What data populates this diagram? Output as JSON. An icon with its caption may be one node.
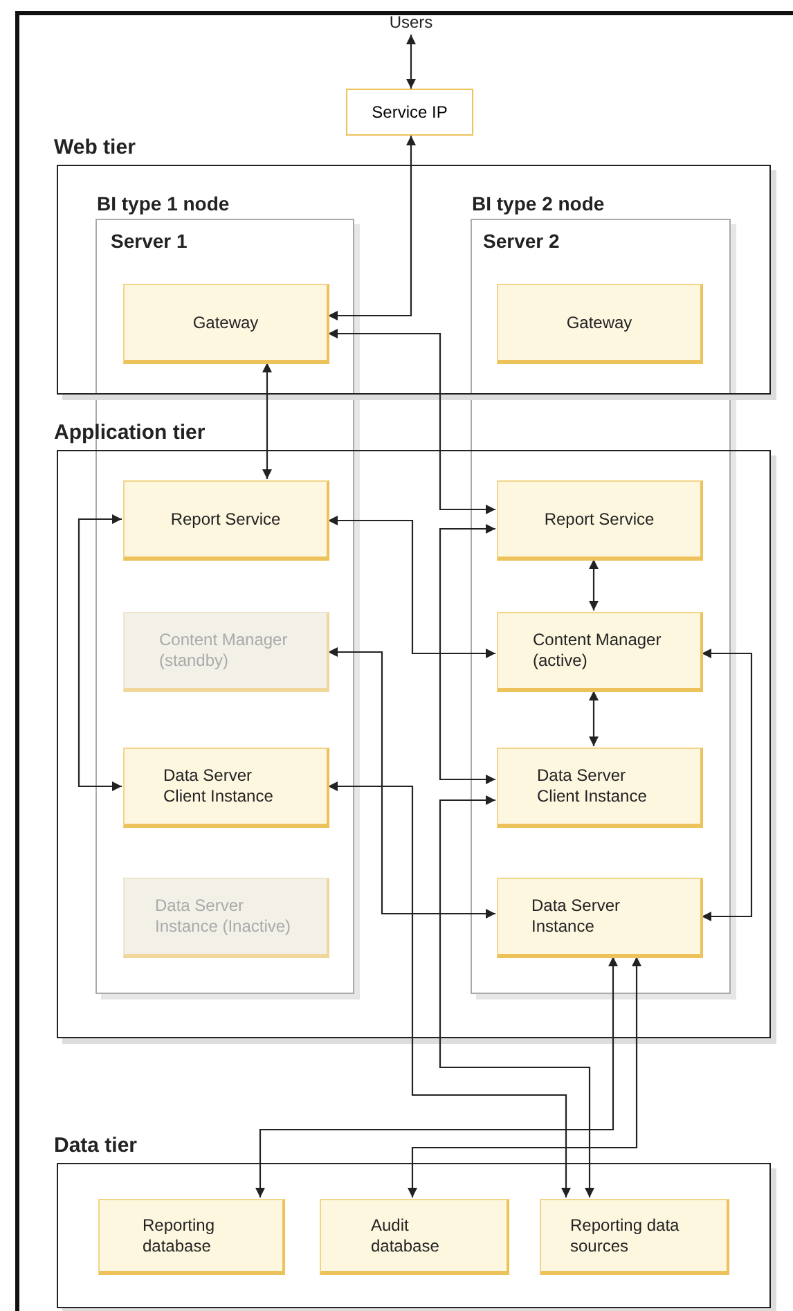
{
  "diagram": {
    "nodes": [
      {
        "text": [
          "Users"
        ]
      },
      {
        "text": [
          "Service IP"
        ]
      },
      {
        "text": [
          "Web tier"
        ]
      },
      {
        "text": [
          "Application tier"
        ]
      },
      {
        "text": [
          "Data tier"
        ]
      },
      {
        "text": [
          "Gateway"
        ],
        "in": 2
      },
      {
        "text": [
          "Report Service"
        ],
        "in": 3
      },
      {
        "text": [
          "Content Manager (standby)"
        ],
        "in": 3
      },
      {
        "text": [
          "Data Server Client Instance"
        ],
        "in": 3
      },
      {
        "text": [
          "Data Server Instance (Inactive)"
        ],
        "in": 3
      },
      {
        "text": [
          "Gateway"
        ],
        "in": 2
      },
      {
        "text": [
          "Report Service"
        ],
        "in": 3
      },
      {
        "text": [
          "Content Manager (active)"
        ],
        "in": 3
      },
      {
        "text": [
          "Data Server Client Instance"
        ],
        "in": 3
      },
      {
        "text": [
          "Data Server Instance"
        ],
        "in": 3
      },
      {
        "text": [
          "Reporting database"
        ],
        "in": 4
      },
      {
        "text": [
          "Audit database"
        ],
        "in": 4
      },
      {
        "text": [
          "Reporting data sources"
        ],
        "in": 4
      }
    ],
    "edges": [
      {
        "from": 0,
        "to": 1,
        "arrow": "both"
      },
      {
        "from": 1,
        "to": 5,
        "arrow": "both"
      },
      {
        "from": 5,
        "to": 6,
        "arrow": "both"
      },
      {
        "from": 5,
        "to": 11,
        "arrow": "both"
      },
      {
        "from": 6,
        "to": 8,
        "arrow": "both"
      },
      {
        "from": 6,
        "to": 12,
        "arrow": "both"
      },
      {
        "from": 11,
        "to": 12,
        "arrow": "both"
      },
      {
        "from": 12,
        "to": 13,
        "arrow": "both"
      },
      {
        "from": 7,
        "to": 14,
        "arrow": "both"
      },
      {
        "from": 8,
        "to": 17,
        "arrow": "both"
      },
      {
        "from": 11,
        "to": 13,
        "arrow": "both"
      },
      {
        "from": 13,
        "to": 17,
        "arrow": "both"
      },
      {
        "from": 12,
        "to": 14,
        "arrow": "both"
      },
      {
        "from": 14,
        "to": 15,
        "arrow": "both"
      },
      {
        "from": 14,
        "to": 16,
        "arrow": "both"
      }
    ],
    "labels": [
      "BI type 1 node",
      "BI type 2 node",
      "Server 1",
      "Server 2"
    ]
  }
}
